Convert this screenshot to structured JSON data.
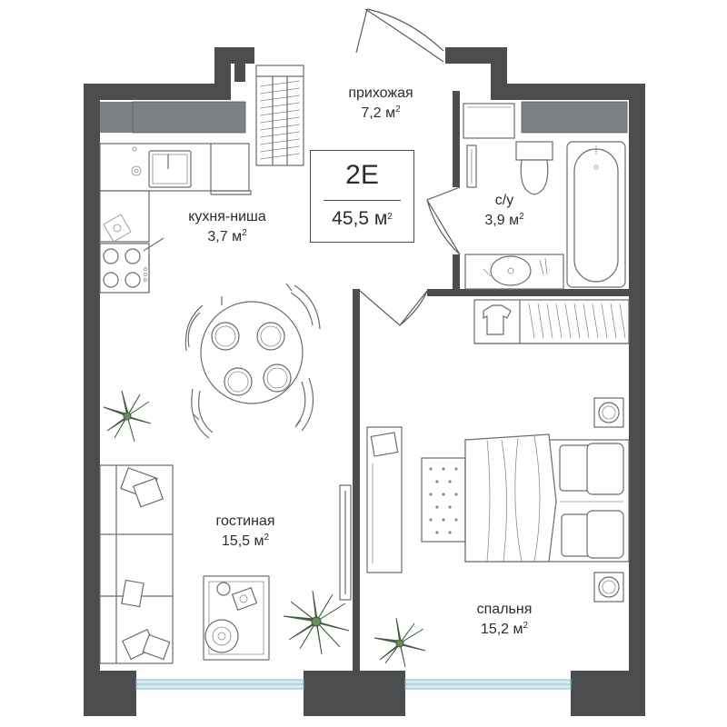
{
  "apartment": {
    "code": "2E",
    "total_area": "45,5 м",
    "area_unit_sup": "2"
  },
  "rooms": [
    {
      "id": "hallway",
      "name": "прихожая",
      "area": "7,2 м",
      "sup": "2"
    },
    {
      "id": "kitchen",
      "name": "кухня-ниша",
      "area": "3,7 м",
      "sup": "2"
    },
    {
      "id": "bathroom",
      "name": "с/у",
      "area": "3,9 м",
      "sup": "2"
    },
    {
      "id": "living",
      "name": "гостиная",
      "area": "15,5 м",
      "sup": "2"
    },
    {
      "id": "bedroom",
      "name": "спальня",
      "area": "15,2 м",
      "sup": "2"
    }
  ],
  "colors": {
    "wall": "#4b4d4f",
    "window": "#7e8184",
    "glass": "#d6ecf4",
    "plant": "#3d5a3a",
    "text": "#2c2c2c"
  }
}
